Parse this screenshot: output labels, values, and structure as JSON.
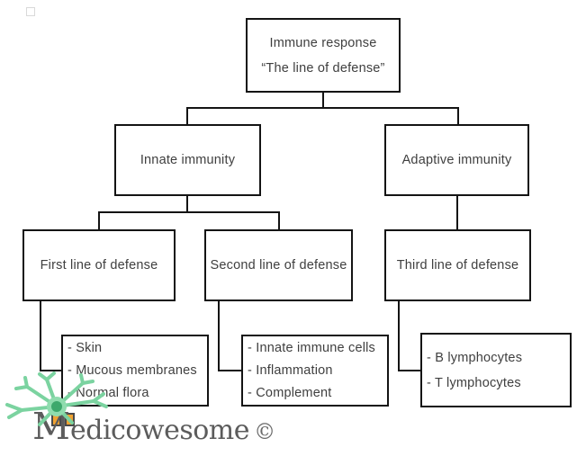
{
  "boxes": {
    "root": {
      "line1": "Immune response",
      "line2": "“The line of defense”"
    },
    "innate": "Innate immunity",
    "adaptive": "Adaptive immunity",
    "first": "First line of defense",
    "second": "Second line of defense",
    "third": "Third line of defense"
  },
  "lists": {
    "first": [
      "- Skin",
      "- Mucous membranes",
      "- Normal flora"
    ],
    "second": [
      "- Innate immune cells",
      "- Inflammation",
      "- Complement"
    ],
    "third": [
      "- B lymphocytes",
      "- T lymphocytes"
    ]
  },
  "logo": {
    "brand_initial": "M",
    "brand_rest": "edicowesome",
    "copyright": "©"
  },
  "colors": {
    "box_border": "#141414",
    "box_text": "#3f3f3f",
    "logo_green": "#7bd3a0",
    "logo_green_dark": "#3da86c",
    "logo_orange": "#f0a232",
    "logo_text": "#5c5c5c"
  }
}
